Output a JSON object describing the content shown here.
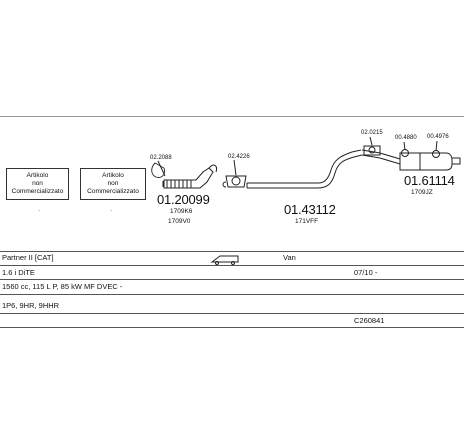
{
  "diagram": {
    "not_sold_boxes": [
      {
        "line1": "Artikolo",
        "line2": "non",
        "line3": "Commercializzato"
      },
      {
        "line1": "Artikolo",
        "line2": "non",
        "line3": "Commercializzato"
      }
    ],
    "parts": [
      {
        "small_code": "02.2088",
        "number": "01.20099",
        "sub1": "1709K6",
        "sub2": "1709V0"
      },
      {
        "small_code": "02.4226"
      },
      {
        "number": "01.43112",
        "sub1": "171VFF"
      },
      {
        "small_code": "02.0215"
      },
      {
        "small_code": "00.4880"
      },
      {
        "small_code": "00.4976"
      },
      {
        "number": "01.61114",
        "sub1": "1709JZ"
      }
    ]
  },
  "table": {
    "model": "Partner II [CAT]",
    "van_label": "Van",
    "engine": "1.6 i DiTE",
    "date": "07/10 -",
    "engine_detail": "1560 cc, 115 L P, 85 kW MF DVEC -",
    "codes": "1P6, 9HR, 9HHR",
    "ref": "C260841"
  }
}
